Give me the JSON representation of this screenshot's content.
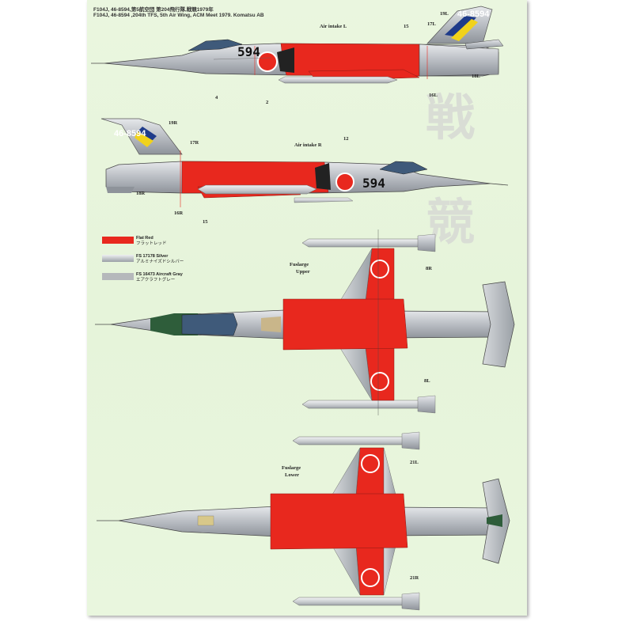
{
  "header": {
    "line1": "F104J, 46-8594,第5航空団 第204飛行隊,戦競1979年",
    "line2": "F104J, 46-8594 ,204th TFS, 5th Air Wing, ACM Meet 1979. Komatsu AB"
  },
  "watermark": {
    "char1": "戦",
    "char2": "競"
  },
  "views": {
    "left": {
      "nose_number": "594",
      "tail_number": "46-8594",
      "labels": {
        "air_intake": "Air intake L",
        "n15": "15",
        "n17": "17L",
        "n19": "19L",
        "n18": "18L",
        "n16": "16L",
        "n4": "4",
        "n2": "2"
      }
    },
    "right": {
      "nose_number": "594",
      "tail_number": "46-8594",
      "labels": {
        "air_intake": "Air intake R",
        "n12": "12",
        "n19": "19R",
        "n17": "17R",
        "n18": "18R",
        "n16": "16R",
        "n15": "15"
      }
    },
    "top": {
      "labels": {
        "fuselage": "Fuslarge",
        "fuselage2": "Upper",
        "n8r": "8R",
        "n8l": "8L"
      }
    },
    "bottom": {
      "labels": {
        "fuselage": "Fuslarge",
        "fuselage2": "Lower",
        "n21l": "21L",
        "n21r": "21R"
      }
    }
  },
  "legend": [
    {
      "en": "Flat Red",
      "ja": "フラットレッド",
      "color": "#e8281e"
    },
    {
      "en": "FS 17178 Silver",
      "ja": "アルミナイズドシルバー",
      "color": "#b8bcc2"
    },
    {
      "en": "FS 16473 Aircraft Gray",
      "ja": "エアクラフトグレー",
      "color": "#b5b8bb"
    }
  ]
}
